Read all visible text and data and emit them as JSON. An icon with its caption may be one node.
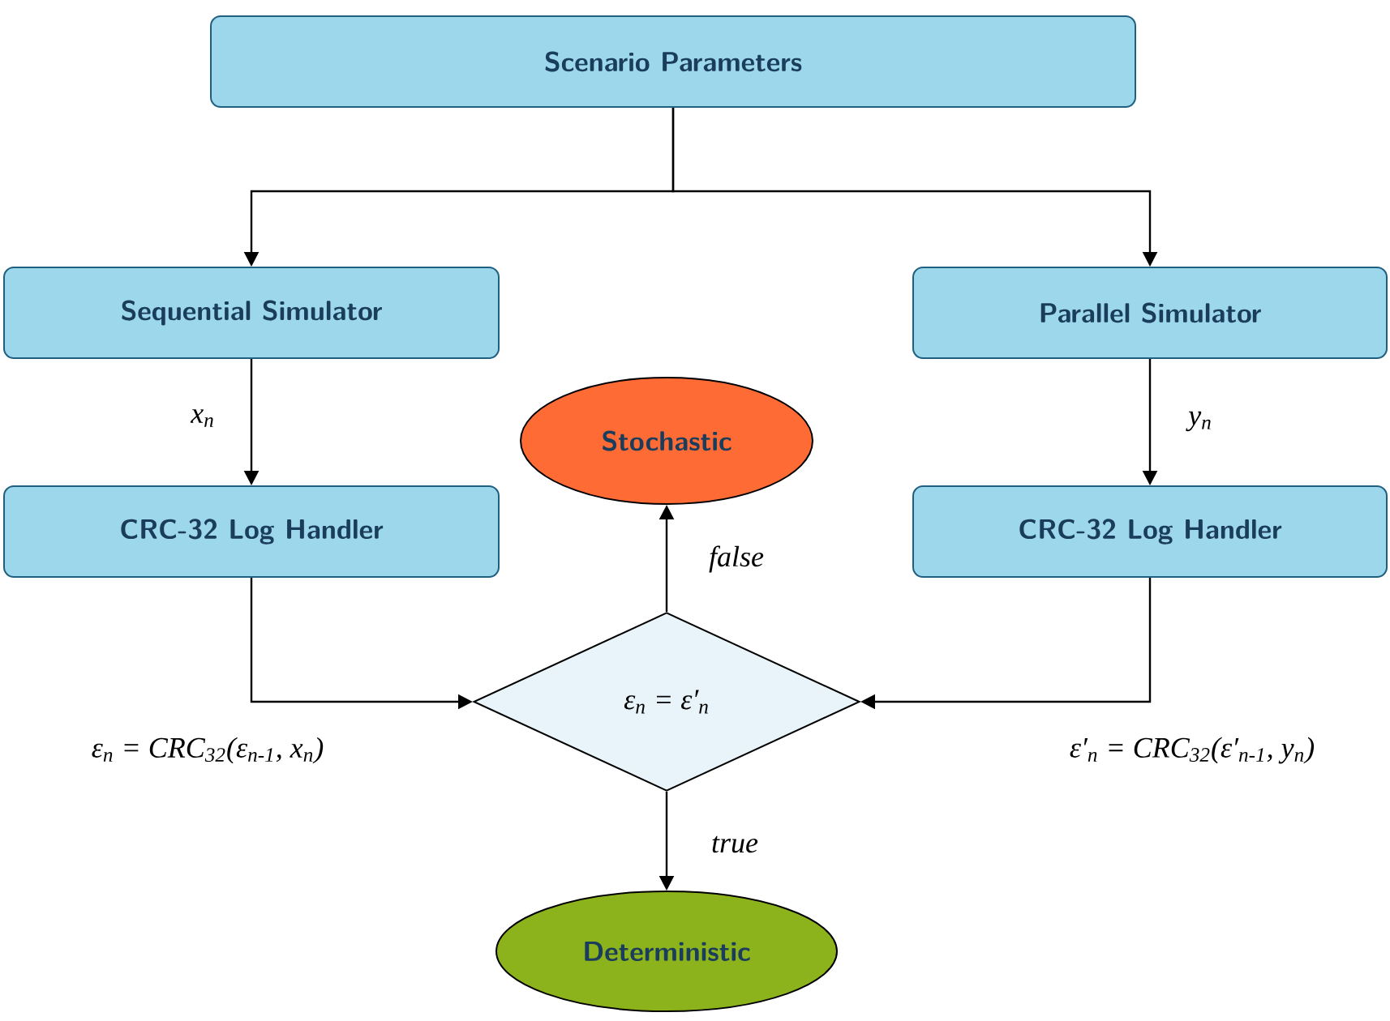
{
  "diagram": {
    "nodes": [
      {
        "text": [
          "Scenario Parameters"
        ]
      },
      {
        "text": [
          "Sequential Simulator"
        ]
      },
      {
        "text": [
          "Parallel Simulator"
        ]
      },
      {
        "text": [
          "CRC-32 Log Handler"
        ]
      },
      {
        "text": [
          "CRC-32 Log Handler"
        ]
      },
      {
        "text": [
          "Stochastic"
        ]
      },
      {
        "text": [
          "ε$_{n}$ = ε′$_{n}$"
        ]
      },
      {
        "text": [
          "Deterministic"
        ]
      }
    ],
    "edges": [
      {
        "from": 0,
        "to": 1,
        "arrow": "to"
      },
      {
        "from": 0,
        "to": 2,
        "arrow": "to"
      },
      {
        "from": 1,
        "to": 3,
        "arrow": "to",
        "label": "x$_{n}$"
      },
      {
        "from": 2,
        "to": 4,
        "arrow": "to",
        "label": "y$_{n}$"
      },
      {
        "from": 3,
        "to": 6,
        "arrow": "to",
        "label": "ε$_{n}$ = CRC$_{32}$(ε$_{n-1}$, x$_{n}$)"
      },
      {
        "from": 4,
        "to": 6,
        "arrow": "to",
        "label": "ε′$_{n}$ = CRC$_{32}$(ε′$_{n-1}$, y$_{n}$)"
      },
      {
        "from": 6,
        "to": 5,
        "arrow": "to",
        "label": "false"
      },
      {
        "from": 6,
        "to": 7,
        "arrow": "to",
        "label": "true"
      }
    ]
  }
}
